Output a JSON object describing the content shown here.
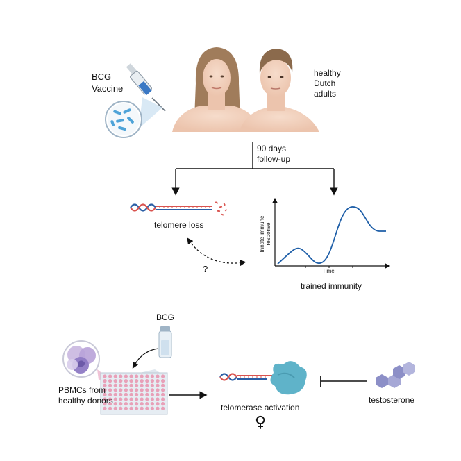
{
  "top": {
    "vaccine_line1": "BCG",
    "vaccine_line2": "Vaccine",
    "cohort_line1": "healthy",
    "cohort_line2": "Dutch",
    "cohort_line3": "adults",
    "followup_line1": "90 days",
    "followup_line2": "follow-up"
  },
  "middle": {
    "telomere_loss": "telomere loss",
    "question_mark": "?",
    "trained_immunity": "trained immunity",
    "graph_ylabel_line1": "Innate immune",
    "graph_ylabel_line2": "response",
    "graph_xlabel": "Time"
  },
  "bottom": {
    "bcg_vial": "BCG",
    "pbmc_line1": "PBMCs from",
    "pbmc_line2": "healthy donors",
    "telomerase_activation": "telomerase activation",
    "testosterone": "testosterone",
    "female_symbol": "♀"
  },
  "colors": {
    "dna_red": "#d9534f",
    "dna_blue": "#2b5fa6",
    "curve": "#1f5fa8",
    "enzyme": "#5fb3c9",
    "testosterone": "#8c8fc7",
    "well_pink": "#e8a0b8",
    "skin": "#f2d3c0",
    "hair_female": "#a07c5b",
    "hair_male": "#8b6a4c"
  }
}
